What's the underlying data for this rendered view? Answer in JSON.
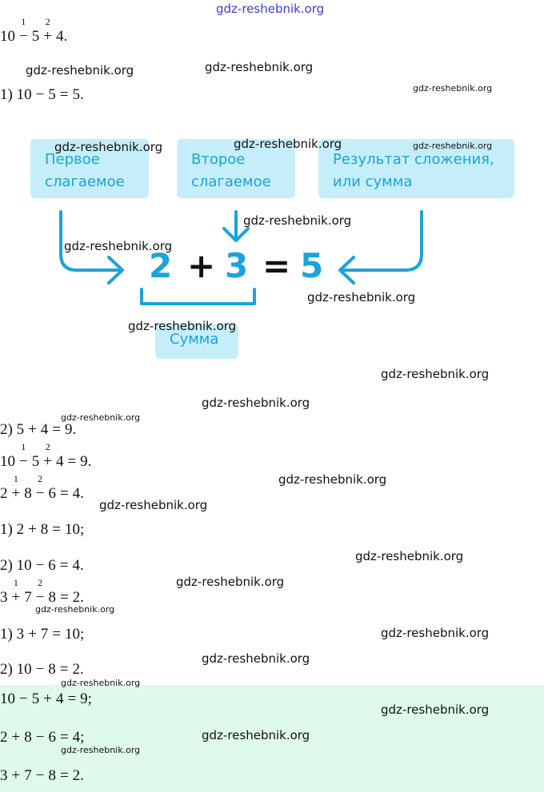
{
  "watermark": "gdz-reshebnik.org",
  "lines": [
    {
      "id": "expr-1",
      "tokens": [
        [
          "10"
        ],
        [
          "−",
          "1"
        ],
        [
          "5"
        ],
        [
          "+",
          "2"
        ],
        [
          "4."
        ]
      ]
    },
    {
      "id": "step-1-1",
      "tokens": [
        [
          "1) 10"
        ],
        [
          "−"
        ],
        [
          "5"
        ],
        [
          "="
        ],
        [
          "5."
        ]
      ]
    },
    {
      "id": "step-1-2",
      "tokens": [
        [
          "2) 5"
        ],
        [
          "+"
        ],
        [
          "4"
        ],
        [
          "="
        ],
        [
          "9."
        ]
      ]
    },
    {
      "id": "result-1",
      "tokens": [
        [
          "10"
        ],
        [
          "−",
          "1"
        ],
        [
          "5"
        ],
        [
          "+",
          "2"
        ],
        [
          "4"
        ],
        [
          "="
        ],
        [
          "9."
        ]
      ]
    },
    {
      "id": "expr-2",
      "tokens": [
        [
          "2"
        ],
        [
          "+",
          "1"
        ],
        [
          "8"
        ],
        [
          "−",
          "2"
        ],
        [
          "6"
        ],
        [
          "="
        ],
        [
          "4."
        ]
      ]
    },
    {
      "id": "step-2-1",
      "tokens": [
        [
          "1) 2"
        ],
        [
          "+"
        ],
        [
          "8"
        ],
        [
          "="
        ],
        [
          "10;"
        ]
      ]
    },
    {
      "id": "step-2-2",
      "tokens": [
        [
          "2) 10"
        ],
        [
          "−"
        ],
        [
          "6"
        ],
        [
          "="
        ],
        [
          "4."
        ]
      ]
    },
    {
      "id": "expr-3",
      "tokens": [
        [
          "3"
        ],
        [
          "+",
          "1"
        ],
        [
          "7"
        ],
        [
          "−",
          "2"
        ],
        [
          "8"
        ],
        [
          "="
        ],
        [
          "2."
        ]
      ]
    },
    {
      "id": "step-3-1",
      "tokens": [
        [
          "1) 3"
        ],
        [
          "+"
        ],
        [
          "7"
        ],
        [
          "="
        ],
        [
          "10;"
        ]
      ]
    },
    {
      "id": "step-3-2",
      "tokens": [
        [
          "2) 10"
        ],
        [
          "−"
        ],
        [
          "8"
        ],
        [
          "="
        ],
        [
          "2."
        ]
      ]
    },
    {
      "id": "answer-1",
      "tokens": [
        [
          "10"
        ],
        [
          "−"
        ],
        [
          "5"
        ],
        [
          "+"
        ],
        [
          "4"
        ],
        [
          "="
        ],
        [
          "9;"
        ]
      ]
    },
    {
      "id": "answer-2",
      "tokens": [
        [
          "2"
        ],
        [
          "+"
        ],
        [
          "8"
        ],
        [
          "−"
        ],
        [
          "6"
        ],
        [
          "="
        ],
        [
          "4;"
        ]
      ]
    },
    {
      "id": "answer-3",
      "tokens": [
        [
          "3"
        ],
        [
          "+"
        ],
        [
          "7"
        ],
        [
          "−"
        ],
        [
          "8"
        ],
        [
          "="
        ],
        [
          "2."
        ]
      ]
    }
  ],
  "diagram": {
    "first_addend": "Первое слагаемое",
    "second_addend": "Второе слагаемое",
    "sum_label": "Результат сложения, или сумма",
    "a": "2",
    "plus": "+",
    "b": "3",
    "eq": "=",
    "c": "5",
    "sum": "Сумма",
    "accent": "#1aa3dc",
    "box_color": "#c5eefa"
  },
  "answer_bg": "#dffaea"
}
